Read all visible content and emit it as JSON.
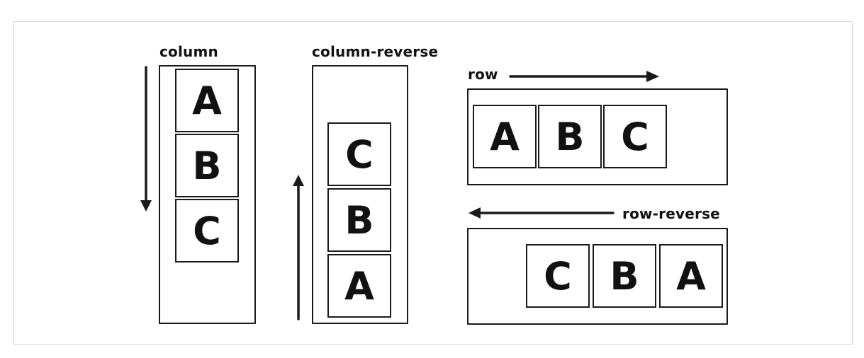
{
  "panels": {
    "column": {
      "label": "column",
      "items": [
        "A",
        "B",
        "C"
      ]
    },
    "column_reverse": {
      "label": "column-reverse",
      "items": [
        "C",
        "B",
        "A"
      ]
    },
    "row": {
      "label": "row",
      "items": [
        "A",
        "B",
        "C"
      ]
    },
    "row_reverse": {
      "label": "row-reverse",
      "items": [
        "C",
        "B",
        "A"
      ]
    }
  },
  "colors": {
    "ink": "#1a1a1a",
    "frame_border": "#d4d4d4",
    "background": "#ffffff"
  }
}
